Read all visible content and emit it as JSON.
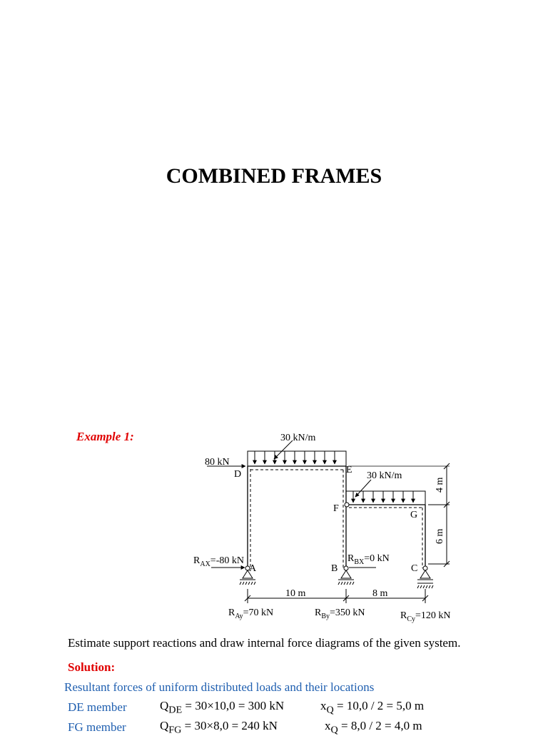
{
  "title": "COMBINED FRAMES",
  "example_label": "Example 1:",
  "diagram": {
    "load_de": "30 kN/m",
    "load_fg": "30 kN/m",
    "point_load": "80 kN",
    "nodes": {
      "D": "D",
      "E": "E",
      "F": "F",
      "G": "G",
      "A": "A",
      "B": "B",
      "C": "C"
    },
    "span_ab": "10 m",
    "span_bc": "8 m",
    "height_top": "4 m",
    "height_bottom": "6 m",
    "reactions": {
      "rax": {
        "main": "R",
        "sub": "AX",
        "rest": "=-80 kN"
      },
      "rbx": {
        "main": "R",
        "sub": "BX",
        "rest": "=0 kN"
      },
      "ray": {
        "main": "R",
        "sub": "Ay",
        "rest": "=70 kN"
      },
      "rby": {
        "main": "R",
        "sub": "By",
        "rest": "=350 kN"
      },
      "rcy": {
        "main": "R",
        "sub": "Cy",
        "rest": "=120 kN"
      }
    }
  },
  "task_text": "Estimate support reactions and draw internal force diagrams of the given system.",
  "solution_label": "Solution:",
  "resultant_heading": "Resultant forces of uniform distributed loads and their locations",
  "members": [
    {
      "name": "DE member",
      "q_main": "Q",
      "q_sub": "DE",
      "q_expr": " = 30×10,0 = 300  kN",
      "x_main": "x",
      "x_sub": "Q",
      "x_expr": " = 10,0 / 2 = 5,0  m"
    },
    {
      "name": "FG member",
      "q_main": "Q",
      "q_sub": "FG",
      "q_expr": " = 30×8,0 = 240  kN",
      "x_main": "x",
      "x_sub": "Q",
      "x_expr": " = 8,0 / 2 = 4,0  m"
    }
  ]
}
